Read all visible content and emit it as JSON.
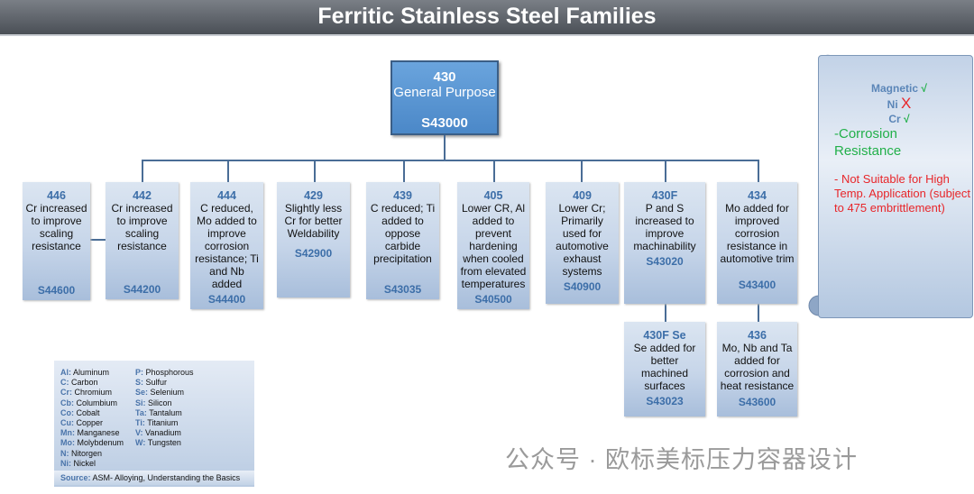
{
  "title": "Ferritic Stainless Steel Families",
  "root": {
    "grade": "430",
    "desc": "General Purpose",
    "uns": "S43000"
  },
  "families": [
    {
      "grade": "446",
      "desc": "Cr increased to improve scaling resistance",
      "uns": "S44600"
    },
    {
      "grade": "442",
      "desc": "Cr increased to improve scaling resistance",
      "uns": "S44200"
    },
    {
      "grade": "444",
      "desc": "C reduced, Mo added to improve corrosion resistance; Ti and Nb added",
      "uns": "S44400"
    },
    {
      "grade": "429",
      "desc": "Slightly less Cr for better Weldability",
      "uns": "S42900"
    },
    {
      "grade": "439",
      "desc": "C reduced; Ti added to oppose carbide precipitation",
      "uns": "S43035"
    },
    {
      "grade": "405",
      "desc": "Lower CR, Al added to prevent hardening when cooled from elevated temperatures",
      "uns": "S40500"
    },
    {
      "grade": "409",
      "desc": "Lower Cr; Primarily used for automotive exhaust systems",
      "uns": "S40900"
    },
    {
      "grade": "430F",
      "desc": "P and S increased to improve machinability",
      "uns": "S43020"
    },
    {
      "grade": "434",
      "desc": "Mo added for improved corrosion resistance in automotive trim",
      "uns": "S43400"
    },
    {
      "grade": "430F Se",
      "desc": "Se added for better machined surfaces",
      "uns": "S43023"
    },
    {
      "grade": "436",
      "desc": "Mo, Nb and Ta added for corrosion and heat resistance",
      "uns": "S43600"
    }
  ],
  "legend": {
    "col1": [
      [
        "Al:",
        "Aluminum"
      ],
      [
        "C:",
        "Carbon"
      ],
      [
        "Cr:",
        "Chromium"
      ],
      [
        "Cb:",
        "Columbium"
      ],
      [
        "Co:",
        "Cobalt"
      ],
      [
        "Cu:",
        "Copper"
      ],
      [
        "Mn:",
        "Manganese"
      ],
      [
        "Mo:",
        "Molybdenum"
      ],
      [
        "N:",
        "Nitorgen"
      ],
      [
        "Ni:",
        "Nickel"
      ]
    ],
    "col2": [
      [
        "P:",
        "Phosphorous"
      ],
      [
        "S:",
        "Sulfur"
      ],
      [
        "Se:",
        "Selenium"
      ],
      [
        "Si:",
        "Silicon"
      ],
      [
        "Ta:",
        "Tantalum"
      ],
      [
        "Ti:",
        "Titanium"
      ],
      [
        "V:",
        "Vanadium"
      ],
      [
        "W:",
        "Tungsten"
      ]
    ],
    "source_label": "Source:",
    "source": "ASM- Alloying, Understanding the Basics"
  },
  "scroll": {
    "magnetic": "Magnetic",
    "check": "√",
    "ni": "Ni",
    "cross": "X",
    "cr": "Cr",
    "corrosion": "-Corrosion Resistance",
    "warning": "- Not Suitable for High Temp. Application (subject to 475 embrittlement)"
  },
  "watermark": "公众号 · 欧标美标压力容器设计",
  "colors": {
    "accent": "#3c6ea8",
    "green": "#22b04a",
    "red": "#e8262a"
  }
}
